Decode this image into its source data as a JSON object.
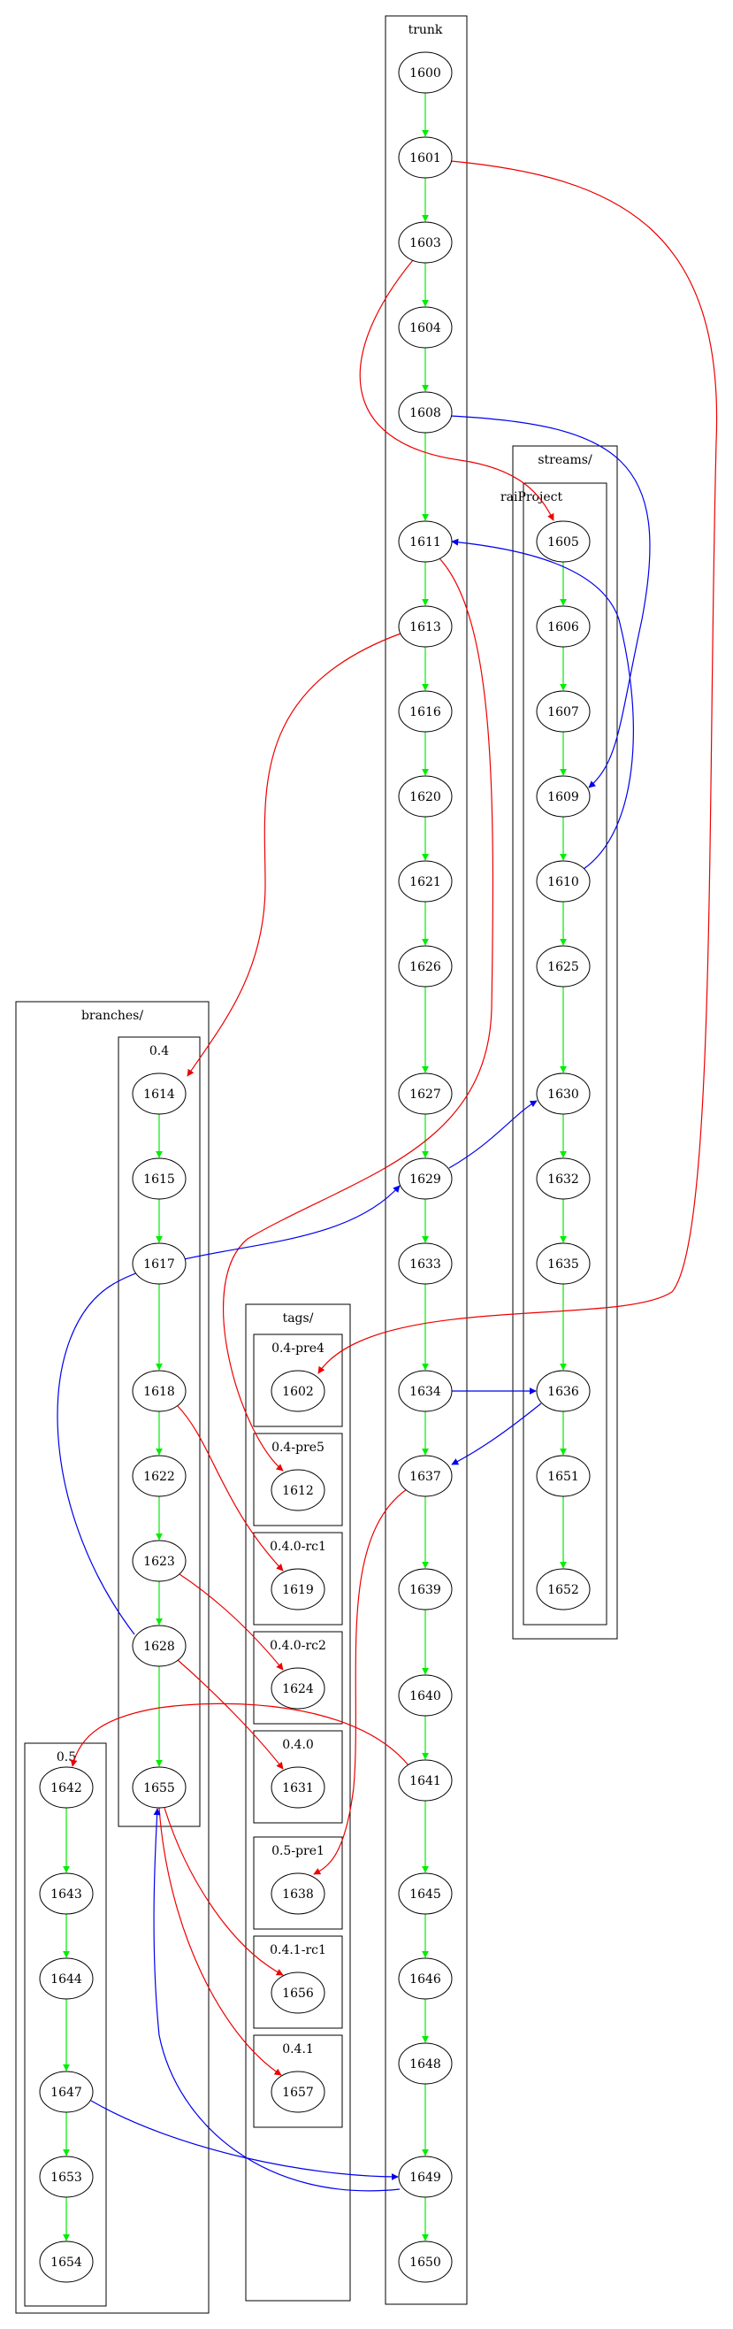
{
  "colors": {
    "green": "#00ee00",
    "red": "#ee0000",
    "blue": "#0000ee",
    "line": "#000000",
    "background": "#ffffff"
  },
  "clusters": [
    {
      "id": "trunk",
      "label": "trunk"
    },
    {
      "id": "streams",
      "label": "streams/"
    },
    {
      "id": "raiProject",
      "label": "raiProject"
    },
    {
      "id": "branches",
      "label": "branches/"
    },
    {
      "id": "b04",
      "label": "0.4"
    },
    {
      "id": "b05",
      "label": "0.5"
    },
    {
      "id": "tags",
      "label": "tags/"
    },
    {
      "id": "t04pre4",
      "label": "0.4-pre4"
    },
    {
      "id": "t04pre5",
      "label": "0.4-pre5"
    },
    {
      "id": "t040rc1",
      "label": "0.4.0-rc1"
    },
    {
      "id": "t040rc2",
      "label": "0.4.0-rc2"
    },
    {
      "id": "t040",
      "label": "0.4.0"
    },
    {
      "id": "t05pre1",
      "label": "0.5-pre1"
    },
    {
      "id": "t041rc1",
      "label": "0.4.1-rc1"
    },
    {
      "id": "t041",
      "label": "0.4.1"
    }
  ],
  "nodes": [
    "1600",
    "1601",
    "1603",
    "1604",
    "1608",
    "1611",
    "1613",
    "1616",
    "1620",
    "1621",
    "1626",
    "1627",
    "1629",
    "1633",
    "1634",
    "1637",
    "1639",
    "1640",
    "1641",
    "1645",
    "1646",
    "1648",
    "1649",
    "1650",
    "1605",
    "1606",
    "1607",
    "1609",
    "1610",
    "1625",
    "1630",
    "1632",
    "1635",
    "1636",
    "1651",
    "1652",
    "1614",
    "1615",
    "1617",
    "1618",
    "1622",
    "1623",
    "1628",
    "1655",
    "1642",
    "1643",
    "1644",
    "1647",
    "1653",
    "1654",
    "1602",
    "1612",
    "1619",
    "1624",
    "1631",
    "1638",
    "1656",
    "1657"
  ],
  "edges": [
    {
      "from": "1600",
      "to": "1601",
      "color": "green"
    },
    {
      "from": "1601",
      "to": "1603",
      "color": "green"
    },
    {
      "from": "1603",
      "to": "1604",
      "color": "green"
    },
    {
      "from": "1604",
      "to": "1608",
      "color": "green"
    },
    {
      "from": "1608",
      "to": "1611",
      "color": "green"
    },
    {
      "from": "1611",
      "to": "1613",
      "color": "green"
    },
    {
      "from": "1613",
      "to": "1616",
      "color": "green"
    },
    {
      "from": "1616",
      "to": "1620",
      "color": "green"
    },
    {
      "from": "1620",
      "to": "1621",
      "color": "green"
    },
    {
      "from": "1621",
      "to": "1626",
      "color": "green"
    },
    {
      "from": "1626",
      "to": "1627",
      "color": "green"
    },
    {
      "from": "1627",
      "to": "1629",
      "color": "green"
    },
    {
      "from": "1629",
      "to": "1633",
      "color": "green"
    },
    {
      "from": "1633",
      "to": "1634",
      "color": "green"
    },
    {
      "from": "1634",
      "to": "1637",
      "color": "green"
    },
    {
      "from": "1637",
      "to": "1639",
      "color": "green"
    },
    {
      "from": "1639",
      "to": "1640",
      "color": "green"
    },
    {
      "from": "1640",
      "to": "1641",
      "color": "green"
    },
    {
      "from": "1641",
      "to": "1645",
      "color": "green"
    },
    {
      "from": "1645",
      "to": "1646",
      "color": "green"
    },
    {
      "from": "1646",
      "to": "1648",
      "color": "green"
    },
    {
      "from": "1648",
      "to": "1649",
      "color": "green"
    },
    {
      "from": "1649",
      "to": "1650",
      "color": "green"
    },
    {
      "from": "1605",
      "to": "1606",
      "color": "green"
    },
    {
      "from": "1606",
      "to": "1607",
      "color": "green"
    },
    {
      "from": "1607",
      "to": "1609",
      "color": "green"
    },
    {
      "from": "1609",
      "to": "1610",
      "color": "green"
    },
    {
      "from": "1610",
      "to": "1625",
      "color": "green"
    },
    {
      "from": "1625",
      "to": "1630",
      "color": "green"
    },
    {
      "from": "1630",
      "to": "1632",
      "color": "green"
    },
    {
      "from": "1632",
      "to": "1635",
      "color": "green"
    },
    {
      "from": "1635",
      "to": "1636",
      "color": "green"
    },
    {
      "from": "1636",
      "to": "1651",
      "color": "green"
    },
    {
      "from": "1651",
      "to": "1652",
      "color": "green"
    },
    {
      "from": "1614",
      "to": "1615",
      "color": "green"
    },
    {
      "from": "1615",
      "to": "1617",
      "color": "green"
    },
    {
      "from": "1617",
      "to": "1618",
      "color": "green"
    },
    {
      "from": "1618",
      "to": "1622",
      "color": "green"
    },
    {
      "from": "1622",
      "to": "1623",
      "color": "green"
    },
    {
      "from": "1623",
      "to": "1628",
      "color": "green"
    },
    {
      "from": "1628",
      "to": "1655",
      "color": "green"
    },
    {
      "from": "1642",
      "to": "1643",
      "color": "green"
    },
    {
      "from": "1643",
      "to": "1644",
      "color": "green"
    },
    {
      "from": "1644",
      "to": "1647",
      "color": "green"
    },
    {
      "from": "1647",
      "to": "1653",
      "color": "green"
    },
    {
      "from": "1653",
      "to": "1654",
      "color": "green"
    },
    {
      "from": "1603",
      "to": "1605",
      "color": "red"
    },
    {
      "from": "1601",
      "to": "1602",
      "color": "red"
    },
    {
      "from": "1611",
      "to": "1612",
      "color": "red"
    },
    {
      "from": "1613",
      "to": "1614",
      "color": "red"
    },
    {
      "from": "1618",
      "to": "1619",
      "color": "red"
    },
    {
      "from": "1623",
      "to": "1624",
      "color": "red"
    },
    {
      "from": "1628",
      "to": "1631",
      "color": "red"
    },
    {
      "from": "1637",
      "to": "1638",
      "color": "red"
    },
    {
      "from": "1641",
      "to": "1642",
      "color": "red"
    },
    {
      "from": "1655",
      "to": "1656",
      "color": "red"
    },
    {
      "from": "1655",
      "to": "1657",
      "color": "red"
    },
    {
      "from": "1608",
      "to": "1609",
      "color": "blue"
    },
    {
      "from": "1610",
      "to": "1611",
      "color": "blue"
    },
    {
      "from": "1629",
      "to": "1630",
      "color": "blue"
    },
    {
      "from": "1634",
      "to": "1636",
      "color": "blue"
    },
    {
      "from": "1636",
      "to": "1637",
      "color": "blue"
    },
    {
      "from": "1628",
      "to": "1629",
      "color": "blue"
    },
    {
      "from": "1647",
      "to": "1649",
      "color": "blue"
    },
    {
      "from": "1649",
      "to": "1655",
      "color": "blue"
    }
  ]
}
